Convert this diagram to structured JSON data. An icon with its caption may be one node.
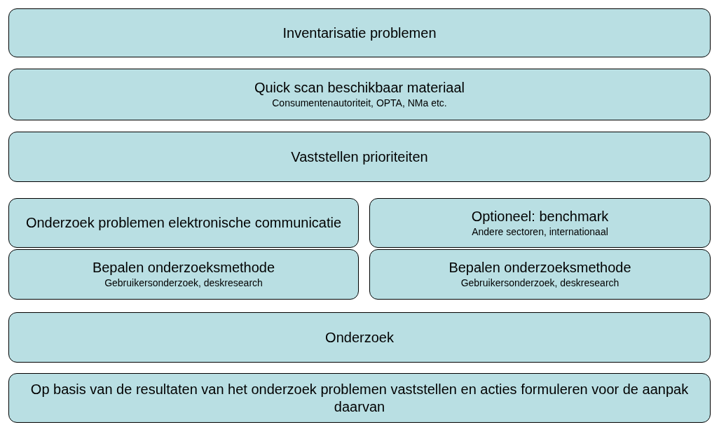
{
  "diagram": {
    "nodes": [
      {
        "text": [
          "Inventarisatie problemen"
        ]
      },
      {
        "text": [
          "Quick scan beschikbaar materiaal",
          "Consumentenautoriteit, OPTA, NMa etc."
        ]
      },
      {
        "text": [
          "Vaststellen prioriteiten"
        ]
      },
      {
        "text": [
          "Onderzoek problemen elektronische communicatie"
        ]
      },
      {
        "text": [
          "Optioneel: benchmark",
          "Andere sectoren, internationaal"
        ]
      },
      {
        "text": [
          "Bepalen onderzoeksmethode",
          "Gebruikersonderzoek, deskresearch"
        ]
      },
      {
        "text": [
          "Bepalen onderzoeksmethode",
          "Gebruikersonderzoek, deskresearch"
        ]
      },
      {
        "text": [
          "Onderzoek"
        ]
      },
      {
        "text": [
          "Op basis van de resultaten van het onderzoek problemen vaststellen en acties formuleren voor de aanpak daarvan"
        ]
      }
    ]
  }
}
